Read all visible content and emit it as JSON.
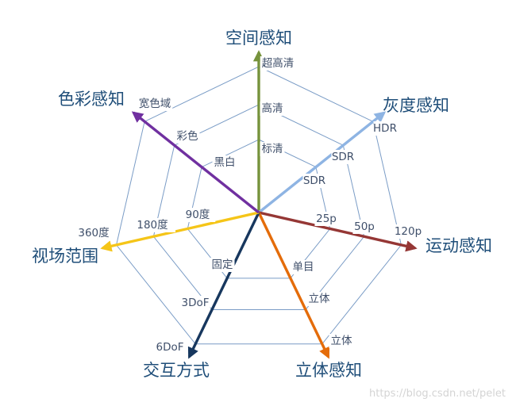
{
  "axes": [
    {
      "name": "空间感知",
      "color": "#76933c",
      "ticks": [
        "标清",
        "高清",
        "超高清"
      ]
    },
    {
      "name": "灰度感知",
      "color": "#8eb4e3",
      "ticks": [
        "SDR",
        "SDR",
        "HDR"
      ]
    },
    {
      "name": "运动感知",
      "color": "#953735",
      "ticks": [
        "25p",
        "50p",
        "120p"
      ]
    },
    {
      "name": "立体感知",
      "color": "#e46c0a",
      "ticks": [
        "单目",
        "立体",
        "立体"
      ]
    },
    {
      "name": "交互方式",
      "color": "#17375e",
      "ticks": [
        "固定",
        "3DoF",
        "6DoF"
      ]
    },
    {
      "name": "视场范围",
      "color": "#f5c518",
      "ticks": [
        "90度",
        "180度",
        "360度"
      ]
    },
    {
      "name": "色彩感知",
      "color": "#7030a0",
      "ticks": [
        "黑白",
        "彩色",
        "宽色域"
      ]
    }
  ],
  "grid_color": "#7a9cc6",
  "watermark": "https://blog.csdn.net/pelet"
}
